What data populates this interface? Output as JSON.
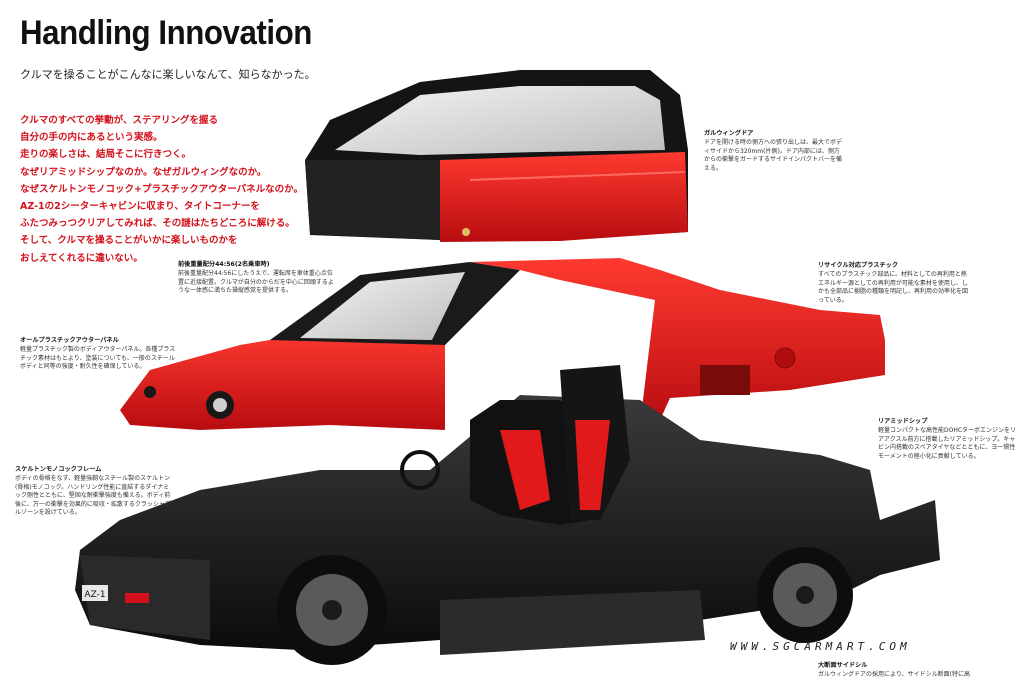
{
  "header": {
    "title": "Handling Innovation",
    "subtitle": "クルマを操ることがこんなに楽しいなんて、知らなかった。"
  },
  "intro": {
    "lines": [
      "クルマのすべての挙動が、ステアリングを握る",
      "自分の手の内にあるという実感。",
      "走りの楽しさは、結局そこに行きつく。",
      "なぜリアミッドシップなのか。なぜガルウィングなのか。",
      "なぜスケルトンモノコック+プラスチックアウターパネルなのか。",
      "AZ-1の2シーターキャビンに収まり、タイトコーナーを",
      "ふたつみっつクリアしてみれば、その謎はたちどころに解ける。",
      "そして、クルマを操ることがいかに楽しいものかを",
      "おしえてくれるに違いない。"
    ]
  },
  "captions": {
    "gullwing": {
      "heading": "ガルウィングドア",
      "body": "ドアを開ける時の側方への張り出しは、最大でボディサイドから320mm(片側)。ドア内部には、側方からの衝撃をガードするサイドインパクトバーを備える。"
    },
    "weight": {
      "heading": "前後重量配分44:56(2名乗車時)",
      "body": "前後重量配分44:56にしたうえで、運転席を車体重心点位置に近接配置。クルマが自分のからだを中心に回頭するような一体感に満ちた操縦感覚を提供する。"
    },
    "recycle": {
      "heading": "リサイクル対応プラスチック",
      "body": "すべてのプラスチック部品に、材料としての再利用と熱エネルギー源としての再利用が可能な素材を使用し、しかも全部品に樹脂の種類を明記し、再利用の効率化を図っている。"
    },
    "panel": {
      "heading": "オールプラスチックアウターパネル",
      "body": "軽量プラスチック製のボディアウターパネル。各種プラスチック素材はもとより、塗装についても、一般のスチールボディと同等の強度・耐久性を確保している。"
    },
    "midship": {
      "heading": "リアミッドシップ",
      "body": "軽量コンパクトな高性能DOHCターボエンジンをリアアクスル前方に搭載したリアミッドシップ。キャビン内搭載のスペアタイヤなどとともに、ヨー慣性モーメントの極小化に貢献している。"
    },
    "frame": {
      "heading": "スケルトンモノコックフレーム",
      "body": "ボディの骨格をなす、軽量強靱なスチール製のスケルトン(骨格)モノコック。ハンドリング性能に直結するダイナミック剛性とともに、堅固な耐衝撃強度も備える。ボディ前後に、万一の衝撃を効果的に吸収・拡散するクラッシャブルゾーンを設けている。"
    },
    "sill": {
      "heading": "大断面サイドシル",
      "body": "ガルウィングドアの採用により、サイドシル断面(特に高"
    }
  },
  "car": {
    "plate": "AZ-1"
  },
  "watermark": "WWW.SGCARMART.COM",
  "colors": {
    "accent_red": "#d4101a",
    "body_red": "#e01a1a",
    "frame_black": "#1a1a1a"
  }
}
